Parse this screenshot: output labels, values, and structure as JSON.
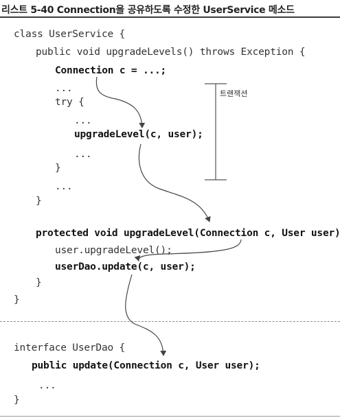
{
  "caption": "리스트 5-40 Connection을 공유하도록 수정한 UserService 메소드",
  "transaction_label": "트랜잭션",
  "code": {
    "lines": [
      "class UserService {",
      "public void upgradeLevels() throws Exception {",
      "Connection c = ...;",
      "...",
      "try {",
      "...",
      "upgradeLevel(c, user);",
      "...",
      "}",
      "...",
      "}",
      "protected void upgradeLevel(Connection c, User user) {",
      "user.upgradeLevel();",
      "userDao.update(c, user);",
      "}",
      "}",
      "interface UserDao {",
      "public update(Connection c, User user);",
      "...",
      "}"
    ]
  }
}
